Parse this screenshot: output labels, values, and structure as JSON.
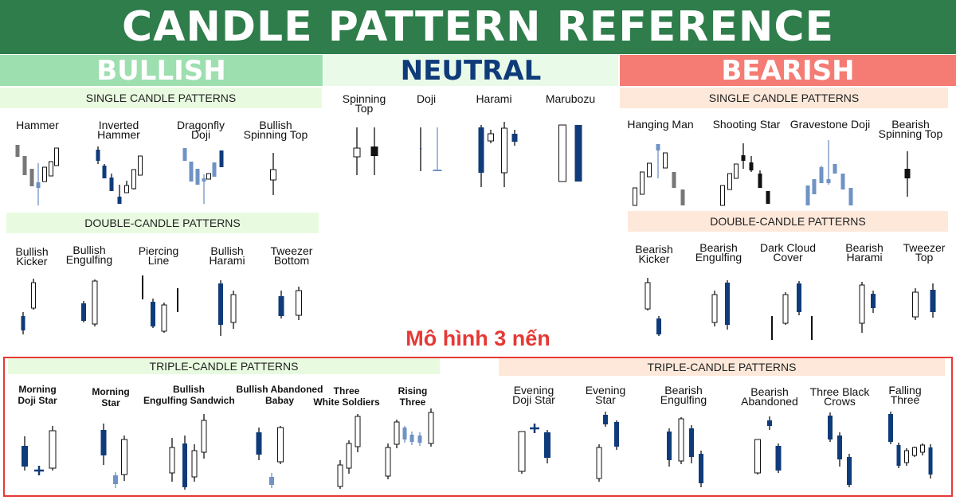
{
  "title": "CANDLE PATTERN REFERENCE",
  "colors": {
    "title_bg": "#2e7d4b",
    "bullish_band": "#9edfb0",
    "neutral_band": "#eafae8",
    "bearish_band": "#f47c74",
    "bullish_sub": "#e8fbe0",
    "bearish_sub": "#fde8da",
    "dark_blue": "#0f3b7a",
    "light_blue": "#6e93c4",
    "gray": "#777777",
    "red_frame": "#e53935"
  },
  "bullish": {
    "header": "BULLISH",
    "single_title": "SINGLE CANDLE PATTERNS",
    "single": [
      "Hammer",
      "Inverted\nHammer",
      "Dragonfly\nDoji",
      "Bullish\nSpinning Top"
    ],
    "double_title": "DOUBLE-CANDLE PATTERNS",
    "double": [
      "Bullish\nKicker",
      "Bullish\nEngulfing",
      "Piercing\nLine",
      "Bullish\nHarami",
      "Tweezer\nBottom"
    ],
    "triple_title": "TRIPLE-CANDLE PATTERNS",
    "triple": [
      "Morning\nDoji Star",
      "Morning\nStar",
      "Bullish\nEngulfing Sandwich",
      "Bullish Abandoned\nBabay",
      "Three\nWhite Soldiers",
      "Rising\nThree"
    ]
  },
  "neutral": {
    "header": "NEUTRAL",
    "single": [
      "Spinning\nTop",
      "Doji",
      "Harami",
      "Marubozu"
    ]
  },
  "bearish": {
    "header": "BEARISH",
    "single_title": "SINGLE CANDLE PATTERNS",
    "single": [
      "Hanging Man",
      "Shooting Star",
      "Gravestone Doji",
      "Bearish\nSpinning Top"
    ],
    "double_title": "DOUBLE-CANDLE PATTERNS",
    "double": [
      "Bearish\nKicker",
      "Bearish\nEngulfing",
      "Dark Cloud\nCover",
      "Bearish\nHarami",
      "Tweezer\nTop"
    ],
    "triple_title": "TRIPLE-CANDLE PATTERNS",
    "triple": [
      "Evening\nDoji Star",
      "Evening\nStar",
      "Bearish\nEngulfing",
      "Bearish\nAbandoned",
      "Three Black\nCrows",
      "Falling\nThree"
    ]
  },
  "triple_annotation": "Mô hình 3 nến"
}
